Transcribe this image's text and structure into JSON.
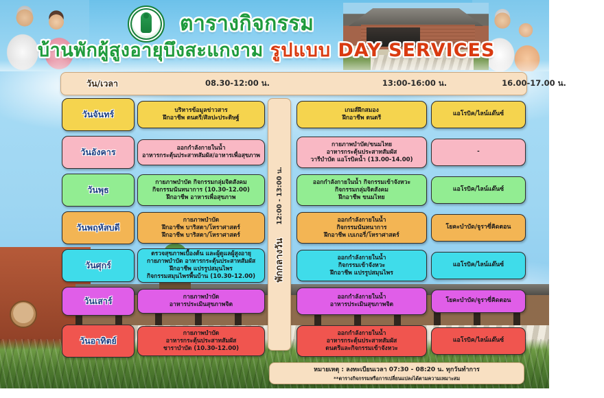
{
  "header": {
    "title_main": "ตารางกิจกรรม",
    "title_sub_th": "บ้านพักผู้สูงอายุบึงสะแกงาม",
    "title_sub_en": "รูปแบบ DAY SERVICES",
    "logo_name": "government-seal-logo"
  },
  "table_header": {
    "day_col": "วัน/เวลา",
    "morning_col": "08.30-12:00 น.",
    "afternoon_col": "13:00-16:00 น.",
    "evening_col": "16.00-17.00 น."
  },
  "lunch_break": {
    "label": "พักกลางวัน",
    "time": "12:00 - 13:00 น."
  },
  "rows": [
    {
      "day": "วันจันทร์",
      "color": "#f5d44e",
      "morning": [
        "บริหารข้อมูลข่าวสาร",
        "ฝึกอาชีพ ดนตรี/ศิลปะประดิษฐ์"
      ],
      "afternoon": [
        "เกมส์ฝึกสมอง",
        "ฝึกอาชีพ ดนตรี"
      ],
      "evening": [
        "แอโรบิค/ไลน์แด๊นซ์"
      ]
    },
    {
      "day": "วันอังคาร",
      "color": "#f9b8c4",
      "morning": [
        "ออกกำลังกายในน้ำ",
        "อาหารกระตุ้นประสาทสัมผัส/อาหารเพื่อสุขภาพ"
      ],
      "afternoon": [
        "กายภาพบำบัด/ขนมไทย",
        "อาหารกระตุ้นประสาทสัมผัส",
        "วารีบำบัด แอโรบิคน้ำ (13.00-14.00)"
      ],
      "evening": [
        "-"
      ]
    },
    {
      "day": "วันพุธ",
      "color": "#92ed92",
      "morning": [
        "กายภาพบำบัด  กิจกรรมกลุ่มจิตสังคม",
        "กิจกรรมนันทนาการ  (10.30-12.00)",
        "ฝึกอาชีพ อาหารเพื่อสุขภาพ"
      ],
      "afternoon": [
        "ออกกำลังกายในน้ำ    กิจกรรมเข้าจังหวะ",
        "กิจกรรมกลุ่มจิตสังคม",
        "ฝึกอาชีพ ขนมไทย"
      ],
      "evening": [
        "แอโรบิค/ไลน์แด๊นซ์"
      ]
    },
    {
      "day": "วันพฤหัสบดี",
      "color": "#f3b554",
      "morning": [
        "กายภาพบำบัด",
        "ฝึกอาชีพ บาริสตา/โหราศาสตร์",
        "ฝึกอาชีพ บาริสตา/โหราศาสตร์"
      ],
      "afternoon": [
        "ออกกำลังกายในน้ำ",
        "กิจกรรมนันทนาการ",
        "ฝึกอาชีพ เบเกอรี่/โหราศาสตร์"
      ],
      "evening": [
        "โยคะบำบัด/จูราซี่คิดตอน"
      ]
    },
    {
      "day": "วันศุกร์",
      "color": "#3fdcea",
      "morning": [
        "ตรวจสุขภาพเบื้องต้น และผู้ดูแลผู้สูงอายุ",
        "กายภาพบำบัด      อาหารกระตุ้นประสาทสัมผัส",
        "ฝึกอาชีพ แปรรูปสมุนไพร",
        "กิจกรรมสมุนไพรพื้นบ้าน (10.30-12.00)"
      ],
      "afternoon": [
        "ออกกำลังกายในน้ำ",
        "กิจกรรมเข้าจังหวะ",
        "ฝึกอาชีพ แปรรูปสมุนไพร"
      ],
      "evening": [
        "แอโรบิค/ไลน์แด๊นซ์"
      ]
    },
    {
      "day": "วันเสาร์",
      "color": "#e05ee8",
      "morning": [
        "กายภาพบำบัด",
        "อาหารประเมินสุขภาพจิต"
      ],
      "afternoon": [
        "ออกกำลังกายในน้ำ",
        "อาหารประเมินสุขภาพจิต"
      ],
      "evening": [
        "โยคะบำบัด/จูราซี่คิดตอน"
      ]
    },
    {
      "day": "วันอาทิตย์",
      "color": "#f0554f",
      "morning": [
        "กายภาพบำบัด",
        "อาหารกระตุ้นประสาทสัมผัส",
        "ชาราบำบัด (10.30-12.00)"
      ],
      "afternoon": [
        "ออกกำลังกายในน้ำ",
        "อาหารกระตุ้นประสาทสัมผัส",
        "ดนตรีและกิจกรรมเข้าจังหวะ"
      ],
      "evening": [
        "แอโรบิค/ไลน์แด๊นซ์"
      ]
    }
  ],
  "footer_note": {
    "line1": "หมายเหตุ : ลงทะเบียนเวลา 07:30 - 08:20 น. ทุกวันทำการ",
    "line2": "**ตารางกิจกรรมหรือการเปลี่ยนแปลงได้ตามความเหมาะสม"
  }
}
